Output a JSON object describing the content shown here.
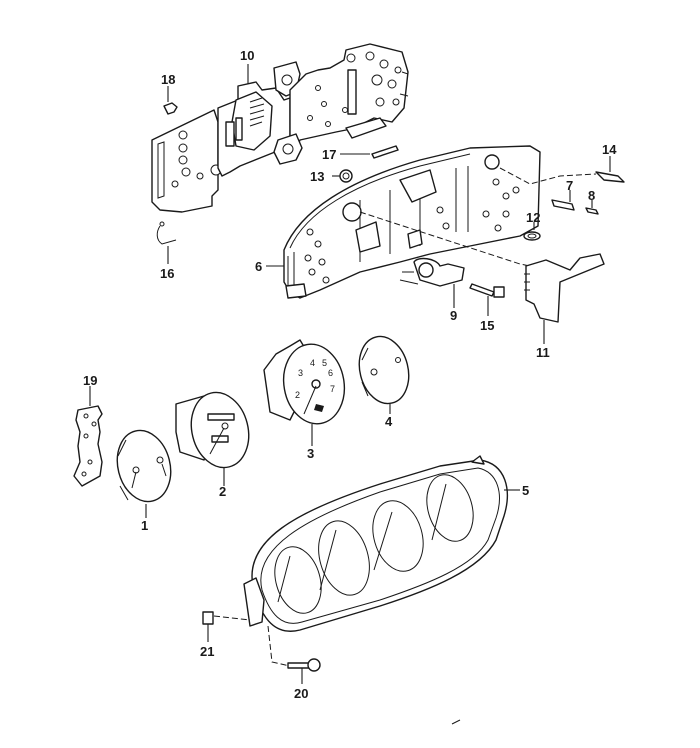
{
  "diagram": {
    "title": "Instrument cluster exploded view",
    "ink_color": "#1a1a1a",
    "background": "#ffffff",
    "callouts": [
      {
        "id": "1",
        "label": "1"
      },
      {
        "id": "2",
        "label": "2"
      },
      {
        "id": "3",
        "label": "3"
      },
      {
        "id": "4",
        "label": "4"
      },
      {
        "id": "5",
        "label": "5"
      },
      {
        "id": "6",
        "label": "6"
      },
      {
        "id": "7",
        "label": "7"
      },
      {
        "id": "8",
        "label": "8"
      },
      {
        "id": "9",
        "label": "9"
      },
      {
        "id": "10",
        "label": "10"
      },
      {
        "id": "11",
        "label": "11"
      },
      {
        "id": "12",
        "label": "12"
      },
      {
        "id": "13",
        "label": "13"
      },
      {
        "id": "14",
        "label": "14"
      },
      {
        "id": "15",
        "label": "15"
      },
      {
        "id": "16",
        "label": "16"
      },
      {
        "id": "17",
        "label": "17"
      },
      {
        "id": "18",
        "label": "18"
      },
      {
        "id": "19",
        "label": "19"
      },
      {
        "id": "20",
        "label": "20"
      },
      {
        "id": "21",
        "label": "21"
      }
    ],
    "tachometer_numbers": [
      "2",
      "3",
      "4",
      "5",
      "6",
      "7"
    ]
  }
}
